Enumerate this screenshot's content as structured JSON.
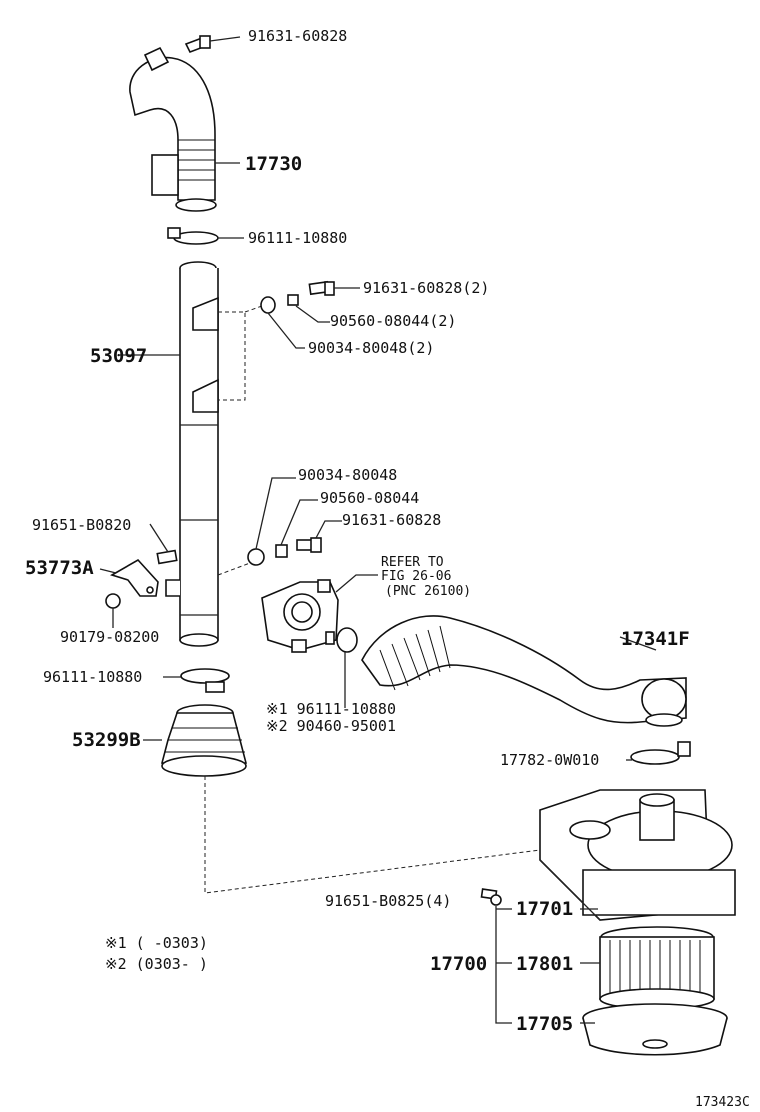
{
  "diagram": {
    "figure_id": "173423C",
    "labels": {
      "p91631_60828_top": "91631-60828",
      "p17730": "17730",
      "p96111_10880_top": "96111-10880",
      "p91631_60828_2": "91631-60828(2)",
      "p90560_08044_2": "90560-08044(2)",
      "p90034_80048_2": "90034-80048(2)",
      "p53097": "53097",
      "p90034_80048": "90034-80048",
      "p90560_08044": "90560-08044",
      "p91631_60828_mid": "91631-60828",
      "p91651_B0820": "91651-B0820",
      "p53773A": "53773A",
      "ref_line1": "REFER TO",
      "ref_line2": "FIG 26-06",
      "ref_line3": "(PNC 26100)",
      "p90179_08200": "90179-08200",
      "p17341F": "17341F",
      "p96111_10880_left": "96111-10880",
      "p96111_10880_mid": "※1 96111-10880",
      "p90460_95001": "※2 90460-95001",
      "p53299B": "53299B",
      "p17782_0W010": "17782-0W010",
      "p91651_B0825_4": "91651-B0825(4)",
      "p17701": "17701",
      "p17700": "17700",
      "p17801": "17801",
      "p17705": "17705",
      "note1": "※1 (     -0303)",
      "note2": "※2 (0303-      )"
    }
  }
}
